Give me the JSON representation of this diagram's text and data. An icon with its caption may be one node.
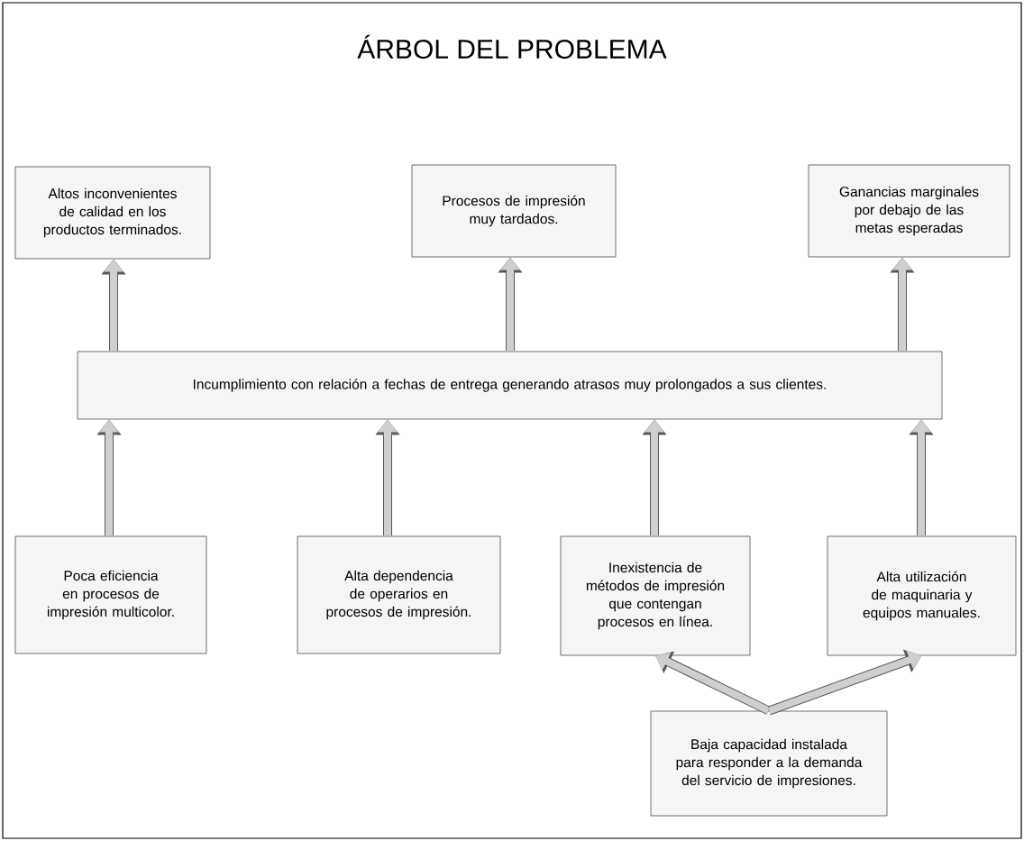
{
  "diagram": {
    "title": "ÁRBOL DEL PROBLEMA",
    "nodes": [
      {
        "text": [
          "Altos inconvenientes de calidad en los productos terminados."
        ]
      },
      {
        "text": [
          "Procesos de impresión muy tardados."
        ]
      },
      {
        "text": [
          "Ganancias marginales por debajo de las metas esperadas"
        ]
      },
      {
        "text": [
          "Incumplimiento con relación a fechas de entrega generando atrasos muy prolongados a sus clientes."
        ]
      },
      {
        "text": [
          "Poca eficiencia en procesos de impresión multicolor."
        ]
      },
      {
        "text": [
          "Alta dependencia de operarios en procesos de impresión."
        ]
      },
      {
        "text": [
          "Inexistencia de métodos de impresión que contengan procesos en línea."
        ]
      },
      {
        "text": [
          "Alta utilización de maquinaria y equipos manuales."
        ]
      },
      {
        "text": [
          "Baja capacidad instalada para responder a la demanda del servicio de impresiones."
        ]
      }
    ],
    "edges": [
      {
        "from": 3,
        "to": 0,
        "arrow": "to"
      },
      {
        "from": 3,
        "to": 1,
        "arrow": "to"
      },
      {
        "from": 3,
        "to": 2,
        "arrow": "to"
      },
      {
        "from": 4,
        "to": 3,
        "arrow": "to"
      },
      {
        "from": 5,
        "to": 3,
        "arrow": "to"
      },
      {
        "from": 6,
        "to": 3,
        "arrow": "to"
      },
      {
        "from": 7,
        "to": 3,
        "arrow": "to"
      },
      {
        "from": 8,
        "to": 6,
        "arrow": "to"
      },
      {
        "from": 8,
        "to": 7,
        "arrow": "to"
      }
    ]
  }
}
